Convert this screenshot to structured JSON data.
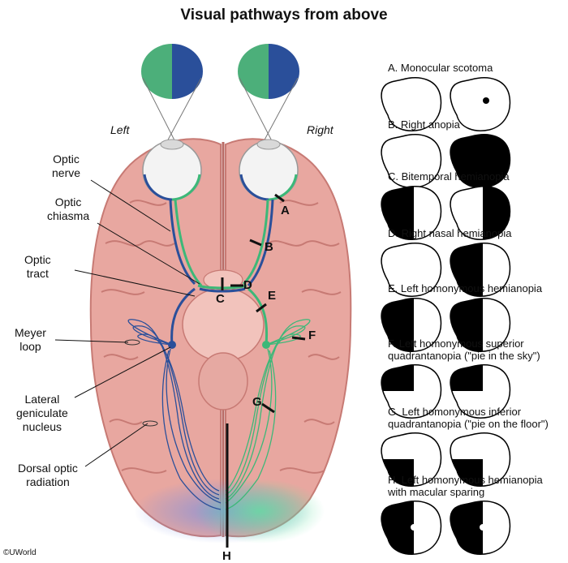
{
  "title": "Visual pathways from above",
  "sides": {
    "left": "Left",
    "right": "Right"
  },
  "labels": {
    "optic_nerve": [
      "Optic",
      "nerve"
    ],
    "optic_chiasma": [
      "Optic",
      "chiasma"
    ],
    "optic_tract": [
      "Optic",
      "tract"
    ],
    "meyer_loop": [
      "Meyer",
      "loop"
    ],
    "lgn": [
      "Lateral",
      "geniculate",
      "nucleus"
    ],
    "dorsal_optic_radiation": [
      "Dorsal optic",
      "radiation"
    ]
  },
  "lesion_letters": [
    "A",
    "B",
    "C",
    "D",
    "E",
    "F",
    "G",
    "H"
  ],
  "defects": [
    {
      "letter": "A",
      "lines": [
        "A. Monocular scotoma"
      ]
    },
    {
      "letter": "B",
      "lines": [
        "B. Right anopia"
      ]
    },
    {
      "letter": "C",
      "lines": [
        "C. Bitemporal hemianopia"
      ]
    },
    {
      "letter": "D",
      "lines": [
        "D. Right nasal hemianopia"
      ]
    },
    {
      "letter": "E",
      "lines": [
        "E. Left homonymous hemianopia"
      ]
    },
    {
      "letter": "F",
      "lines": [
        "F. Left homonymous superior",
        "quadrantanopia (\"pie in the sky\")"
      ]
    },
    {
      "letter": "G",
      "lines": [
        "G. Left homonymous inferior",
        "quadrantanopia (\"pie on the floor\")"
      ]
    },
    {
      "letter": "H",
      "lines": [
        "H. Left homonymous hemianopia",
        "with macular sparing"
      ]
    }
  ],
  "colors": {
    "temporal_field": "#4caf7a",
    "nasal_field": "#2a4f9a",
    "brain": "#e8a7a0",
    "brain_dark": "#c77a74"
  },
  "copyright": "©UWorld"
}
